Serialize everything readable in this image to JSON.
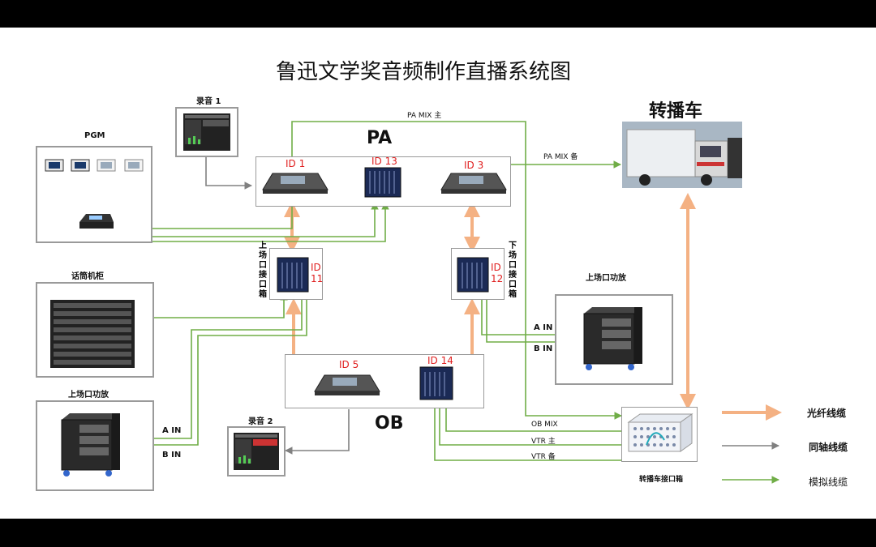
{
  "title": "鲁迅文学奖音频制作直播系统图",
  "groups": {
    "pa": "PA",
    "ob": "OB",
    "broadcast_truck": "转播车",
    "truck_interface_box": "转播车接口箱"
  },
  "boxes": {
    "recording1": "录音 1",
    "recording2": "录音 2",
    "pgm": "PGM",
    "mic_rack": "话筒机柜",
    "amp_left": "上场口功放",
    "amp_right": "上场口功放"
  },
  "consoles": {
    "id1": "ID 1",
    "id13": "ID 13",
    "id3": "ID 3",
    "id11": "ID\n11",
    "id12": "ID\n12",
    "id5": "ID 5",
    "id14": "ID 14"
  },
  "stage_boxes": {
    "left_label": "上场口接口箱",
    "right_label": "下场口接口箱"
  },
  "links": {
    "pa_mix_main": "PA MIX 主",
    "pa_mix_backup": "PA MIX 备",
    "ob_mix": "OB MIX",
    "vtr_main": "VTR 主",
    "vtr_backup": "VTR 备",
    "a_in_right": "A IN",
    "b_in_right": "B IN",
    "a_in_left": "A IN",
    "b_in_left": "B IN"
  },
  "legend": [
    {
      "label": "光纤线缆",
      "color": "#f4b183"
    },
    {
      "label": "同轴线缆",
      "color": "#808080"
    },
    {
      "label": "模拟线缆",
      "color": "#70ad47"
    }
  ],
  "colors": {
    "fiber": "#f4b183",
    "coax": "#808080",
    "analog": "#70ad47",
    "id_text": "#e02020"
  }
}
